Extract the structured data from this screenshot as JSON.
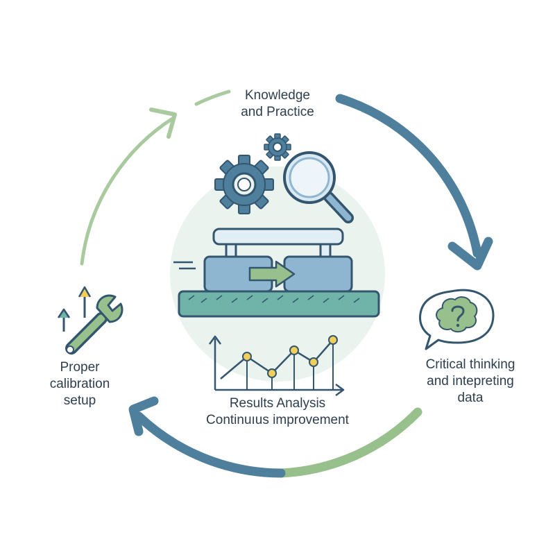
{
  "stages": {
    "knowledge": {
      "line1": "Knowledge",
      "line2": "and Practice"
    },
    "critical": {
      "line1": "Critical thinking",
      "line2": "and intepreting",
      "line3": "data"
    },
    "results": {
      "line1": "Results Analysis",
      "line2": "Continuıus improvement"
    },
    "calibration": {
      "line1": "Proper",
      "line2": "calibration",
      "line3": "setup"
    }
  },
  "icons": {
    "center": [
      "gear-icon",
      "magnifier-icon",
      "press-machine-icon",
      "arrow-right-icon",
      "line-chart-icon"
    ],
    "right": "thinking-speech-bubble-icon",
    "left": "wrench-icon"
  },
  "colors": {
    "blue": "#4e7f9c",
    "dark_blue": "#33556e",
    "green": "#98c08d",
    "light_blue": "#8fb6d0",
    "yellow": "#f2cf5b",
    "teal": "#70b3a8",
    "text": "#2e3e4e",
    "bg_circle": "#eaf3ee"
  }
}
